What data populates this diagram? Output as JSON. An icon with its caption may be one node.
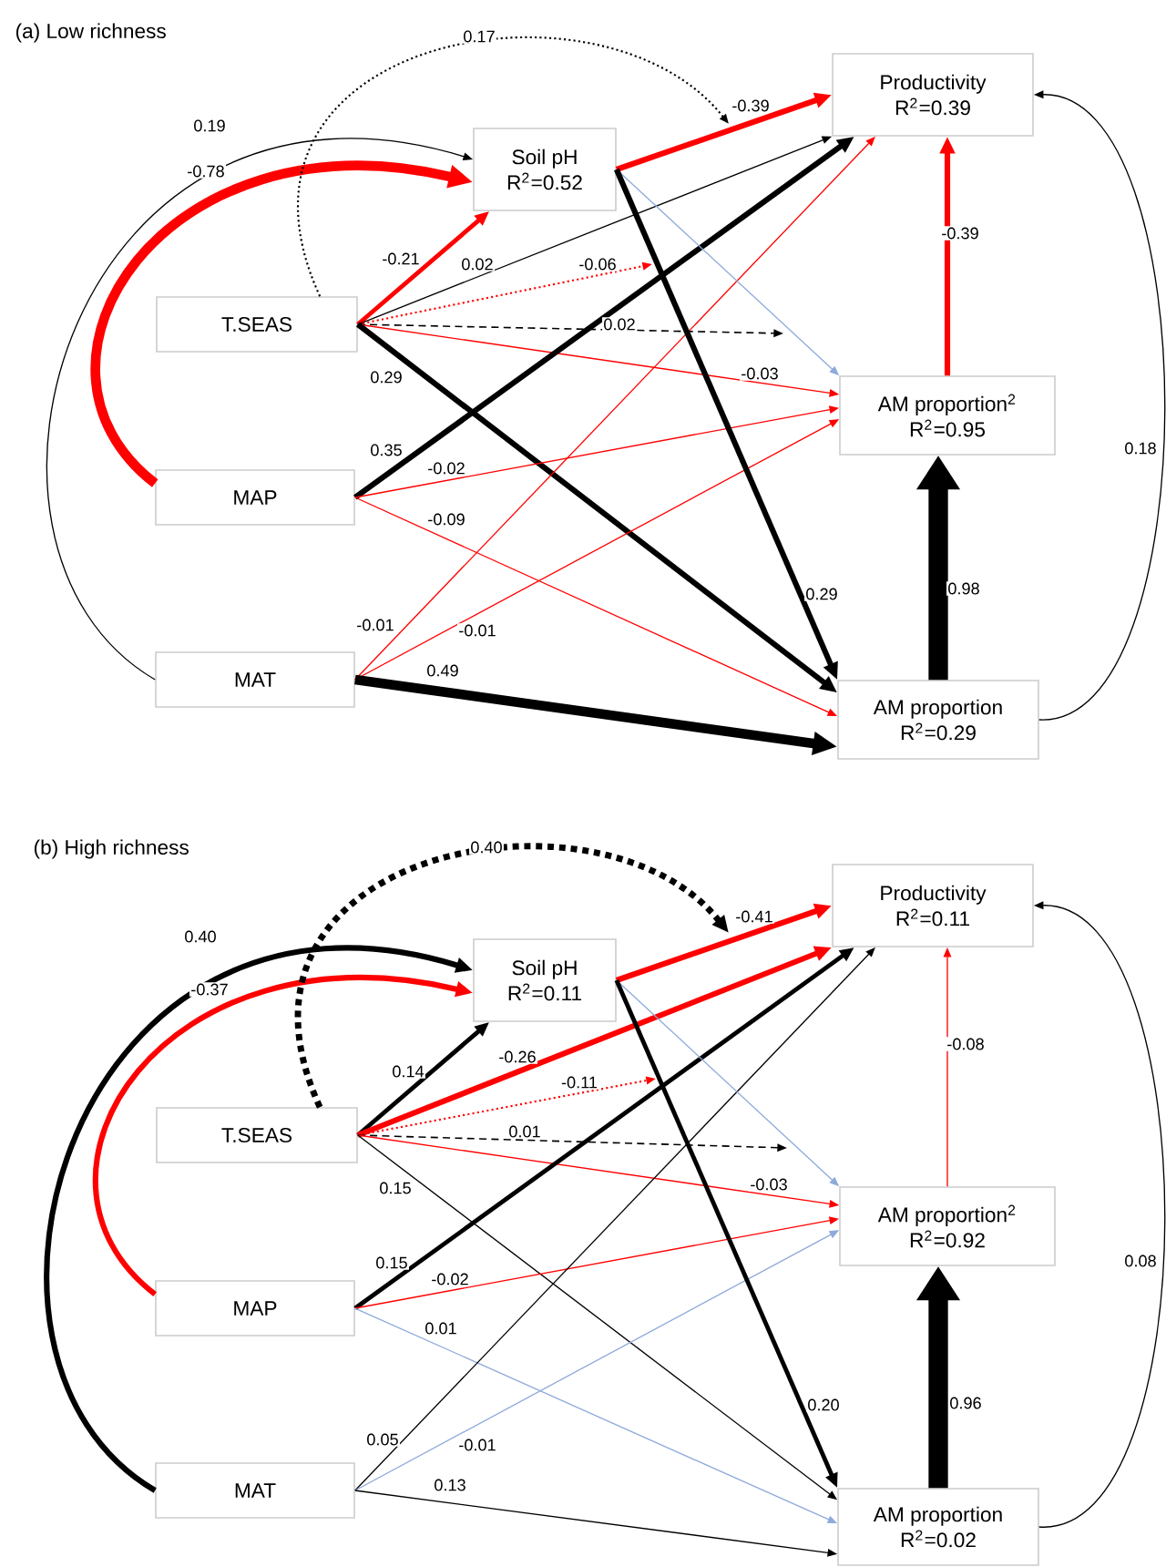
{
  "diagram": {
    "nodes": [
      {
        "text": [
          "Productivity",
          "R$^{2}$=0.39"
        ]
      },
      {
        "text": [
          "Soil pH",
          "R$^{2}$=0.52"
        ]
      },
      {
        "text": [
          "T.SEAS"
        ]
      },
      {
        "text": [
          "AM proportion$^{2}$",
          "R$^{2}$=0.95"
        ]
      },
      {
        "text": [
          "MAP"
        ]
      },
      {
        "text": [
          "MAT"
        ]
      },
      {
        "text": [
          "AM proportion",
          "R$^{2}$=0.29"
        ]
      },
      {
        "text": [
          "Productivity",
          "R$^{2}$=0.11"
        ]
      },
      {
        "text": [
          "Soil pH",
          "R$^{2}$=0.11"
        ]
      },
      {
        "text": [
          "T.SEAS"
        ]
      },
      {
        "text": [
          "AM proportion$^{2}$",
          "R$^{2}$=0.92"
        ]
      },
      {
        "text": [
          "MAP"
        ]
      },
      {
        "text": [
          "MAT"
        ]
      },
      {
        "text": [
          "AM proportion",
          "R$^{2}$=0.02"
        ]
      }
    ],
    "edges": [
      {
        "from": 4,
        "to": 1,
        "arrow": "to",
        "label": "-0.78",
        "style": "thick",
        "color": "#ff0000"
      },
      {
        "from": 5,
        "to": 1,
        "arrow": "to",
        "label": "0.19"
      },
      {
        "from": 2,
        "to": null,
        "arrow": "to",
        "label": "0.17",
        "style": "dashed"
      },
      {
        "from": 2,
        "to": 1,
        "arrow": "to",
        "label": "-0.21",
        "style": "thick",
        "color": "#ff0000"
      },
      {
        "from": 2,
        "to": 0,
        "arrow": "to",
        "label": "0.02"
      },
      {
        "from": 2,
        "to": null,
        "arrow": "to",
        "label": "-0.06",
        "style": "dashed",
        "color": "#ff0000"
      },
      {
        "from": 2,
        "to": null,
        "arrow": "to",
        "label": "0.02",
        "style": "dashed"
      },
      {
        "from": 2,
        "to": 3,
        "arrow": "to",
        "label": "-0.03",
        "color": "#ff0000"
      },
      {
        "from": 2,
        "to": 6,
        "arrow": "to",
        "label": "0.29",
        "style": "thick"
      },
      {
        "from": 4,
        "to": 0,
        "arrow": "to",
        "label": "0.35",
        "style": "thick"
      },
      {
        "from": 4,
        "to": 3,
        "arrow": "to",
        "label": "-0.02",
        "color": "#ff0000"
      },
      {
        "from": 4,
        "to": 6,
        "arrow": "to",
        "label": "-0.09",
        "color": "#ff0000"
      },
      {
        "from": 5,
        "to": 0,
        "arrow": "to",
        "label": "-0.01",
        "color": "#ff0000"
      },
      {
        "from": 5,
        "to": 3,
        "arrow": "to",
        "label": "-0.01",
        "color": "#ff0000"
      },
      {
        "from": 5,
        "to": 6,
        "arrow": "to",
        "label": "0.49",
        "style": "thick"
      },
      {
        "from": 1,
        "to": 0,
        "arrow": "to",
        "label": "-0.39",
        "style": "thick",
        "color": "#ff0000"
      },
      {
        "from": 1,
        "to": 3,
        "arrow": "to",
        "color": "#8eaadb"
      },
      {
        "from": 1,
        "to": 6,
        "arrow": "to",
        "label": "0.29",
        "style": "thick"
      },
      {
        "from": 3,
        "to": 0,
        "arrow": "to",
        "label": "-0.39",
        "style": "thick",
        "color": "#ff0000"
      },
      {
        "from": 6,
        "to": 3,
        "arrow": "to",
        "label": "0.98",
        "style": "thick"
      },
      {
        "from": 6,
        "to": 0,
        "arrow": "to",
        "label": "0.18"
      },
      {
        "from": 11,
        "to": 8,
        "arrow": "to",
        "label": "-0.37",
        "style": "thick",
        "color": "#ff0000"
      },
      {
        "from": 12,
        "to": 8,
        "arrow": "to",
        "label": "0.40",
        "style": "thick"
      },
      {
        "from": 9,
        "to": null,
        "arrow": "to",
        "label": "0.40",
        "style": "dashed"
      },
      {
        "from": 9,
        "to": 8,
        "arrow": "to",
        "label": "0.14",
        "style": "thick"
      },
      {
        "from": 9,
        "to": 7,
        "arrow": "to",
        "label": "-0.26",
        "style": "thick",
        "color": "#ff0000"
      },
      {
        "from": 9,
        "to": null,
        "arrow": "to",
        "label": "-0.11",
        "style": "dashed",
        "color": "#ff0000"
      },
      {
        "from": 9,
        "to": null,
        "arrow": "to",
        "label": "0.01",
        "style": "dashed"
      },
      {
        "from": 9,
        "to": 10,
        "arrow": "to",
        "label": "-0.03",
        "color": "#ff0000"
      },
      {
        "from": 9,
        "to": 13,
        "arrow": "to",
        "label": "0.15"
      },
      {
        "from": 11,
        "to": 7,
        "arrow": "to",
        "label": "0.15",
        "style": "thick"
      },
      {
        "from": 11,
        "to": 10,
        "arrow": "to",
        "label": "-0.02",
        "color": "#ff0000"
      },
      {
        "from": 11,
        "to": 13,
        "arrow": "to",
        "label": "0.01",
        "color": "#8eaadb"
      },
      {
        "from": 12,
        "to": 7,
        "arrow": "to",
        "label": "0.05"
      },
      {
        "from": 12,
        "to": 10,
        "arrow": "to",
        "label": "-0.01",
        "color": "#8eaadb"
      },
      {
        "from": 12,
        "to": 13,
        "arrow": "to",
        "label": "0.13"
      },
      {
        "from": 8,
        "to": 7,
        "arrow": "to",
        "label": "-0.41",
        "style": "thick",
        "color": "#ff0000"
      },
      {
        "from": 8,
        "to": 10,
        "arrow": "to",
        "color": "#8eaadb"
      },
      {
        "from": 8,
        "to": 13,
        "arrow": "to",
        "label": "0.20",
        "style": "thick"
      },
      {
        "from": 10,
        "to": 7,
        "arrow": "to",
        "label": "-0.08",
        "color": "#ff0000"
      },
      {
        "from": 13,
        "to": 10,
        "arrow": "to",
        "label": "0.96",
        "style": "thick"
      },
      {
        "from": 13,
        "to": 7,
        "arrow": "to",
        "label": "0.08"
      }
    ],
    "labels": [
      "(a) Low richness",
      "(b) High richness"
    ]
  }
}
